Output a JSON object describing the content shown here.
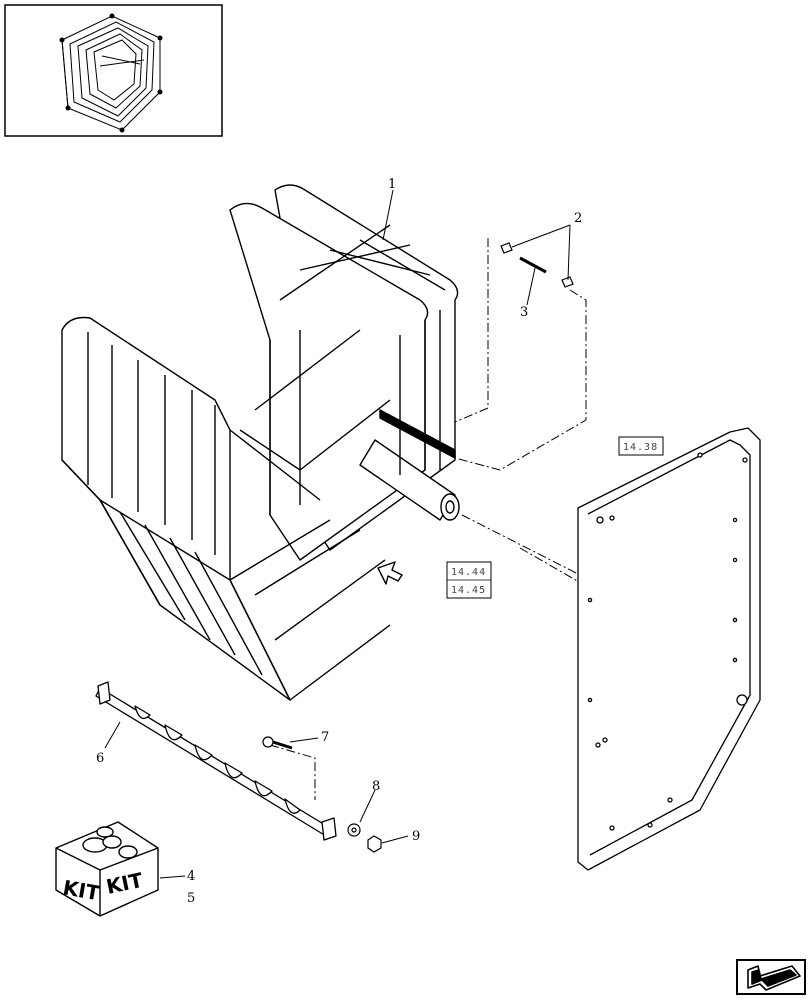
{
  "diagram": {
    "callouts": {
      "c1": "1",
      "c2": "2",
      "c3": "3",
      "c4": "4",
      "c5": "5",
      "c6": "6",
      "c7": "7",
      "c8": "8",
      "c9": "9"
    },
    "refs": {
      "r1438": "14.38",
      "r1444": "14.44",
      "r1445": "14.45"
    },
    "kit": {
      "left": "KIT",
      "right": "KIT"
    }
  }
}
